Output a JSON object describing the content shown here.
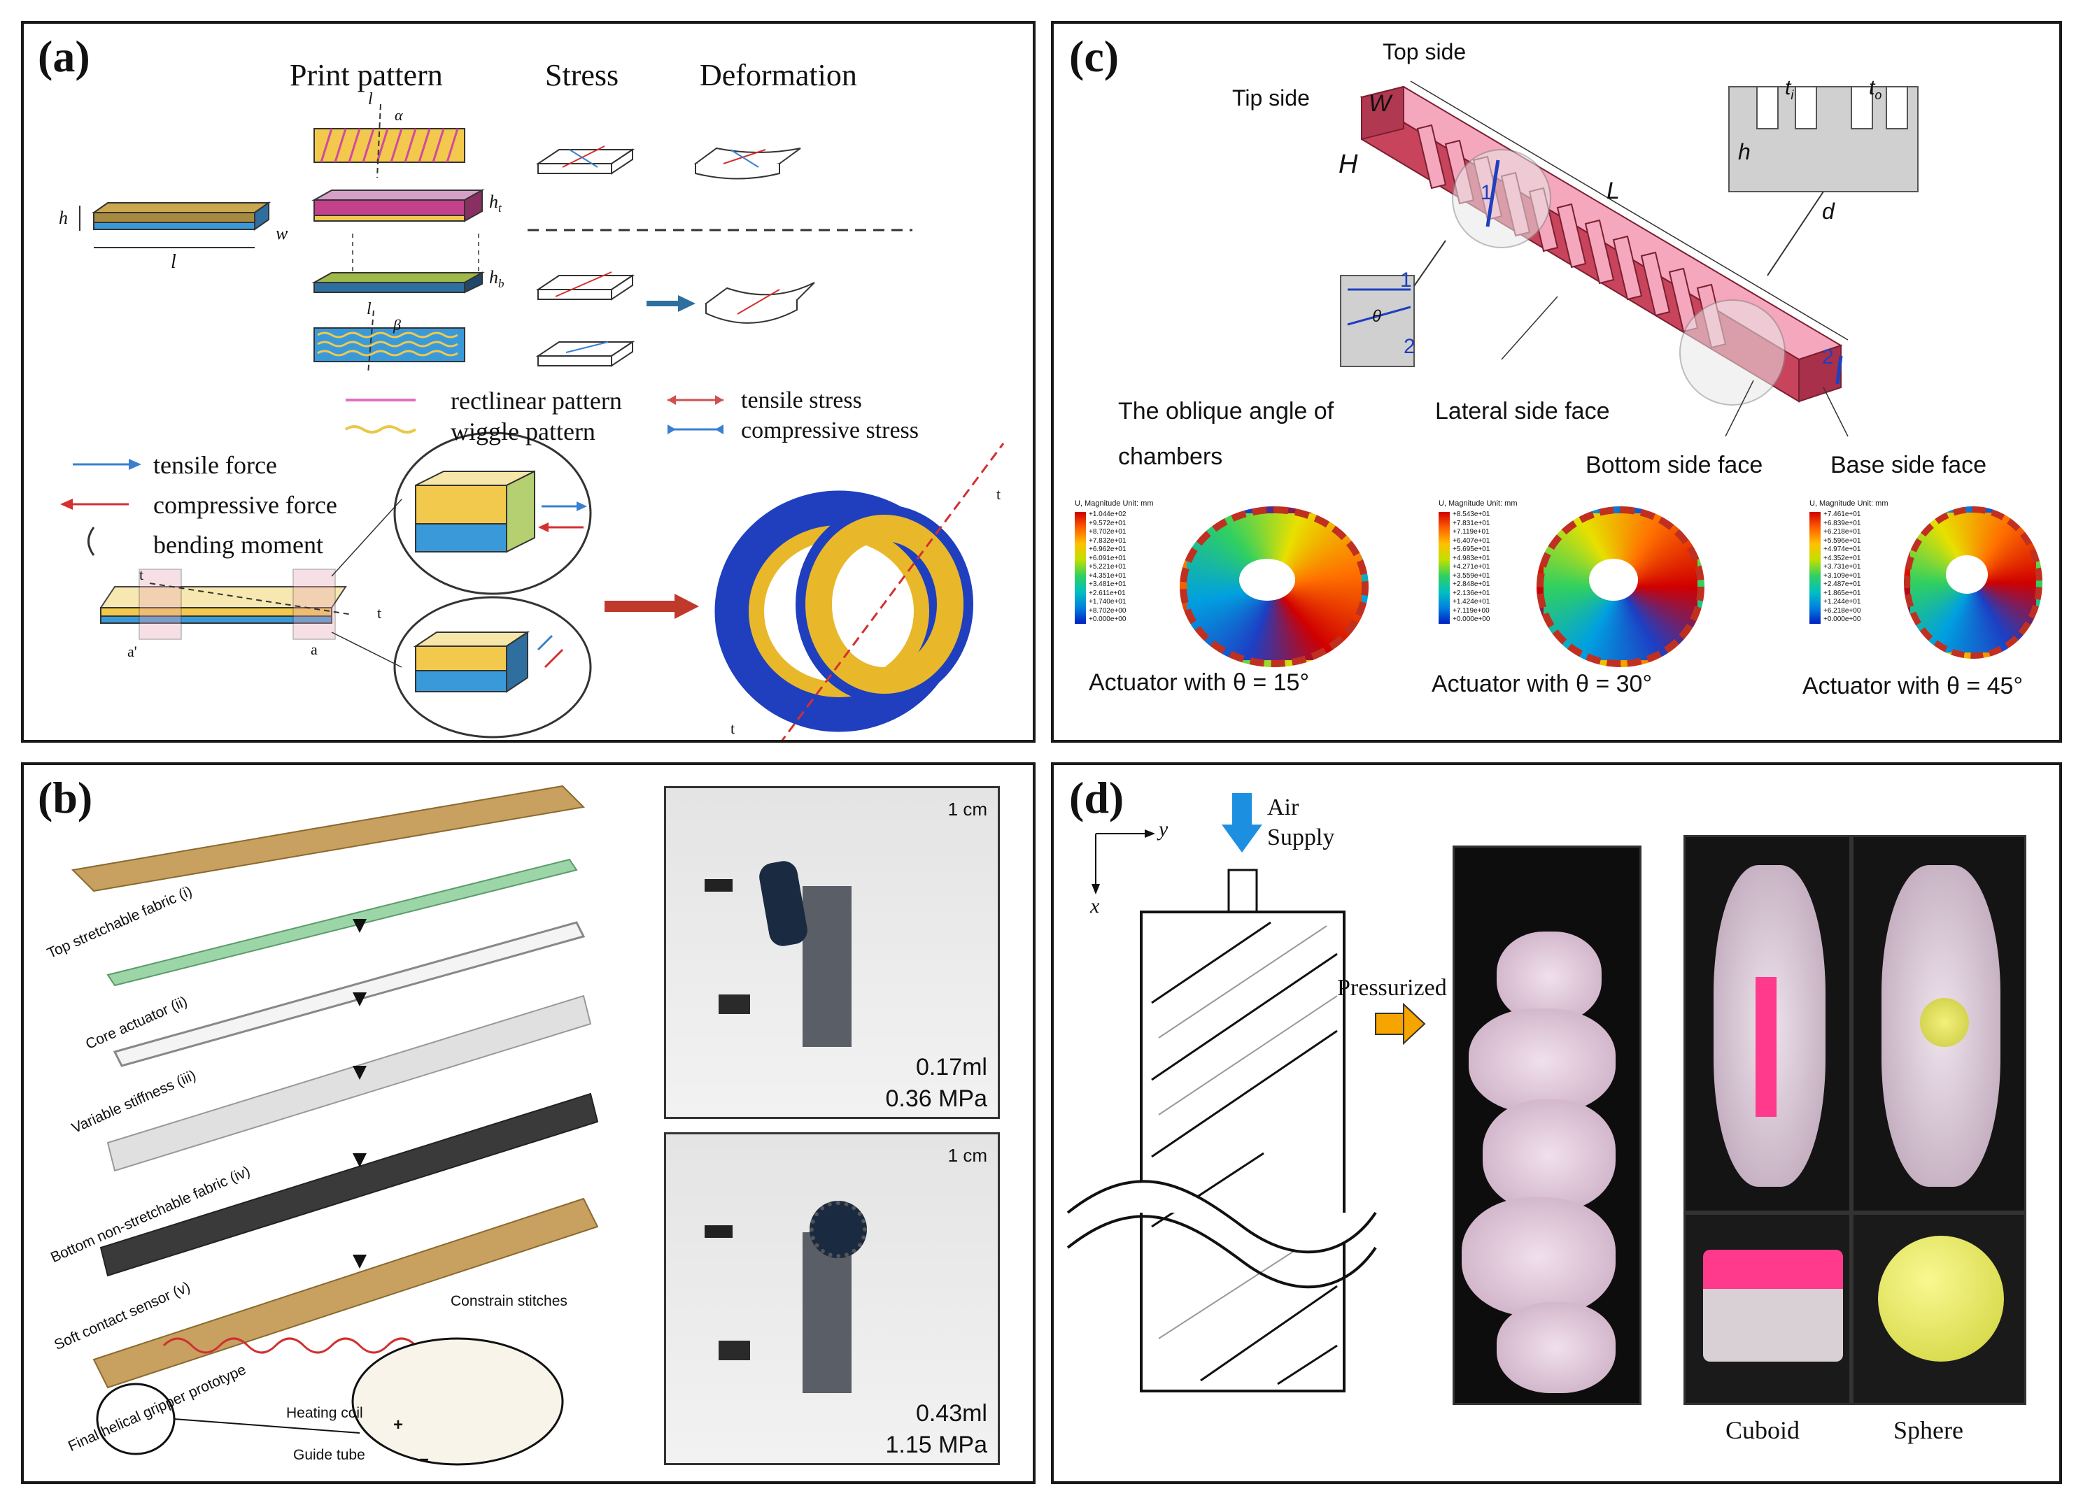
{
  "panels": {
    "a": {
      "label": "(a)",
      "headers": [
        "Print pattern",
        "Stress",
        "Deformation"
      ],
      "dims": {
        "h": "h",
        "w": "w",
        "l": "l",
        "ht": "h",
        "ht_sub": "t",
        "hb": "h",
        "hb_sub": "b",
        "alpha": "α",
        "beta": "β",
        "lsym": "l"
      },
      "legend": {
        "rectilinear": "rectlinear pattern",
        "wiggle": "wiggle pattern",
        "tensile_stress": "tensile stress",
        "compressive_stress": "compressive  stress",
        "tensile_force": "tensile  force",
        "compressive_force": "compressive  force",
        "bending_moment": "bending  moment"
      },
      "marks": {
        "t": "t",
        "a_prime": "a'",
        "a": "a"
      },
      "colors": {
        "yellow": "#f2c94c",
        "blue": "#3a9ad9",
        "magenta": "#c4408a",
        "tan": "#b8964a",
        "ring_blue": "#1f3fbf",
        "ring_yellow": "#e8b82a"
      }
    },
    "b": {
      "label": "(b)",
      "layers": [
        "Top stretchable fabric (i)",
        "Core actuator (ii)",
        "Variable stiffness (iii)",
        "Bottom non-stretchable fabric (iv)",
        "Soft contact sensor (v)",
        "Final helical gripper prototype"
      ],
      "callouts": {
        "constrain": "Constrain stitches",
        "heating": "Heating coil",
        "guide": "Guide tube",
        "plus": "+",
        "minus": "−"
      },
      "photos": [
        {
          "scale": "1 cm",
          "volume": "0.17ml",
          "pressure": "0.36 MPa"
        },
        {
          "scale": "1 cm",
          "volume": "0.43ml",
          "pressure": "1.15 MPa"
        }
      ]
    },
    "c": {
      "label": "(c)",
      "labels": {
        "top": "Top side",
        "tip": "Tip side",
        "W": "W",
        "H": "H",
        "L": "L",
        "t1": "t",
        "t1_sub": "i",
        "t2": "t",
        "t2_sub": "o",
        "hh": "h",
        "d": "d",
        "oblique1": "The oblique angle of",
        "oblique2": "chambers",
        "lateral": "Lateral side face",
        "bottom": "Bottom side face",
        "base": "Base side face",
        "one": "1",
        "two": "2",
        "theta": "θ"
      },
      "fea_captions": [
        "Actuator with θ = 15°",
        "Actuator with θ = 30°",
        "Actuator with θ = 45°"
      ],
      "fea_header": "U, Magnitude  Unit: mm",
      "legend_values": [
        [
          "+1.044e+02",
          "+9.572e+01",
          "+8.702e+01",
          "+7.832e+01",
          "+6.962e+01",
          "+6.091e+01",
          "+5.221e+01",
          "+4.351e+01",
          "+3.481e+01",
          "+2.611e+01",
          "+1.740e+01",
          "+8.702e+00",
          "+0.000e+00"
        ],
        [
          "+8.543e+01",
          "+7.831e+01",
          "+7.119e+01",
          "+6.407e+01",
          "+5.695e+01",
          "+4.983e+01",
          "+4.271e+01",
          "+3.559e+01",
          "+2.848e+01",
          "+2.136e+01",
          "+1.424e+01",
          "+7.119e+00",
          "+0.000e+00"
        ],
        [
          "+7.461e+01",
          "+6.839e+01",
          "+6.218e+01",
          "+5.596e+01",
          "+4.974e+01",
          "+4.352e+01",
          "+3.731e+01",
          "+3.109e+01",
          "+2.487e+01",
          "+1.865e+01",
          "+1.244e+01",
          "+6.218e+00",
          "+0.000e+00"
        ]
      ],
      "colors": {
        "body": "#c8445c",
        "top": "#f4a7bd"
      }
    },
    "d": {
      "label": "(d)",
      "labels": {
        "air": "Air",
        "supply": "Supply",
        "pressurized": "Pressurized",
        "x": "x",
        "y": "y",
        "cuboid": "Cuboid",
        "sphere": "Sphere"
      },
      "colors": {
        "arrow_blue": "#1d8fe0",
        "arrow_orange": "#f5a400"
      }
    }
  }
}
